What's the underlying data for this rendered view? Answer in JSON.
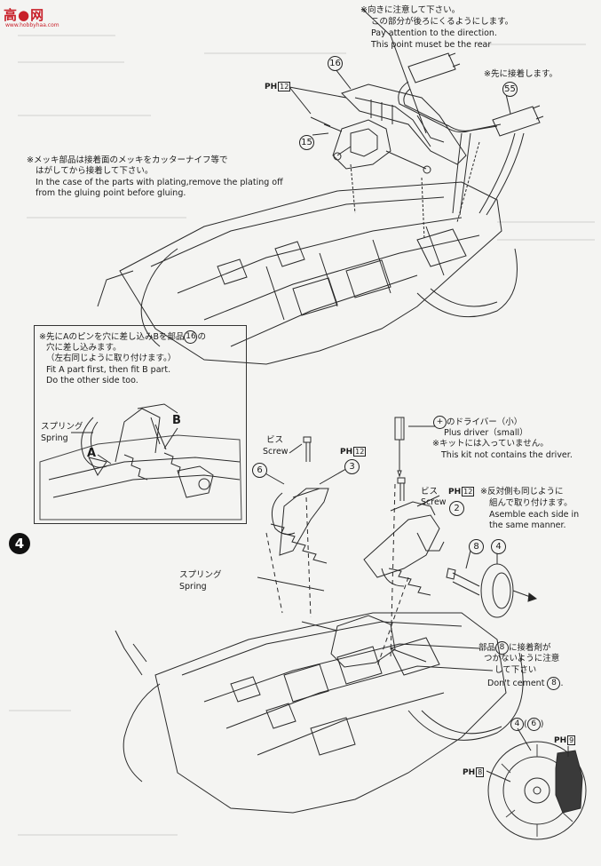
{
  "logo": {
    "text": "高●网",
    "subtext": "www.hobbyhaa.com"
  },
  "step": {
    "number": "4"
  },
  "top_note": {
    "jp1": "※向きに注意して下さい。",
    "jp2": "この部分が後ろにくるようにします。",
    "en1": "Pay attention to the direction.",
    "en2": "This point muset be the rear"
  },
  "glue_note_top": {
    "jp": "※先に接着します。"
  },
  "plating_note": {
    "jp1": "※メッキ部品は接着面のメッキをカッターナイフ等で",
    "jp2": "はがしてから接着して下さい。",
    "en1": "In the case of the parts with plating,remove the plating off",
    "en2": "from the gluing point before gluing."
  },
  "inset_note": {
    "jp1": "※先にAのピンを穴に差し込みBを部品",
    "jp1_part": "16",
    "jp1_end": "の",
    "jp2": "穴に差し込みます。",
    "jp3": "（左右同じように取り付けます。）",
    "en1": "Fit A part first, then fit B part.",
    "en2": "Do the other side too."
  },
  "inset_labels": {
    "spring_jp": "スプリング",
    "spring_en": "Spring",
    "a": "A",
    "b": "B"
  },
  "driver_note": {
    "jp1": "のドライバー（小）",
    "en1": "Plus driver（small）",
    "jp2": "※キットには入っていません。",
    "en2": "This kit not contains the driver."
  },
  "screw_labels": [
    {
      "jp": "ビス",
      "en": "Screw"
    },
    {
      "jp": "ビス",
      "en": "Screw"
    }
  ],
  "spring_main": {
    "jp": "スプリング",
    "en": "Spring"
  },
  "opposite_note": {
    "jp1": "※反対側も同じように",
    "jp2": "組んで取り付けます。",
    "en1": "Asemble each side in",
    "en2": "the same manner."
  },
  "cement_note": {
    "jp1": "部品",
    "part": "8",
    "jp1_end": "に接着剤が",
    "jp2": "つかないように注意",
    "jp3": "して下さい",
    "en1": "Don't cement",
    "en_end": "."
  },
  "part_numbers": {
    "p16": "16",
    "p15": "15",
    "p55": "55",
    "p6": "6",
    "p3": "3",
    "p2": "2",
    "p8": "8",
    "p4": "4",
    "p4b": "4",
    "p6b": "6"
  },
  "ph_labels": {
    "ph": "PH",
    "ph12_a": "12",
    "ph12_b": "12",
    "ph12_c": "12",
    "ph9": "9",
    "ph8": "8"
  },
  "disc_label": {
    "open": "(",
    "close": ")"
  }
}
